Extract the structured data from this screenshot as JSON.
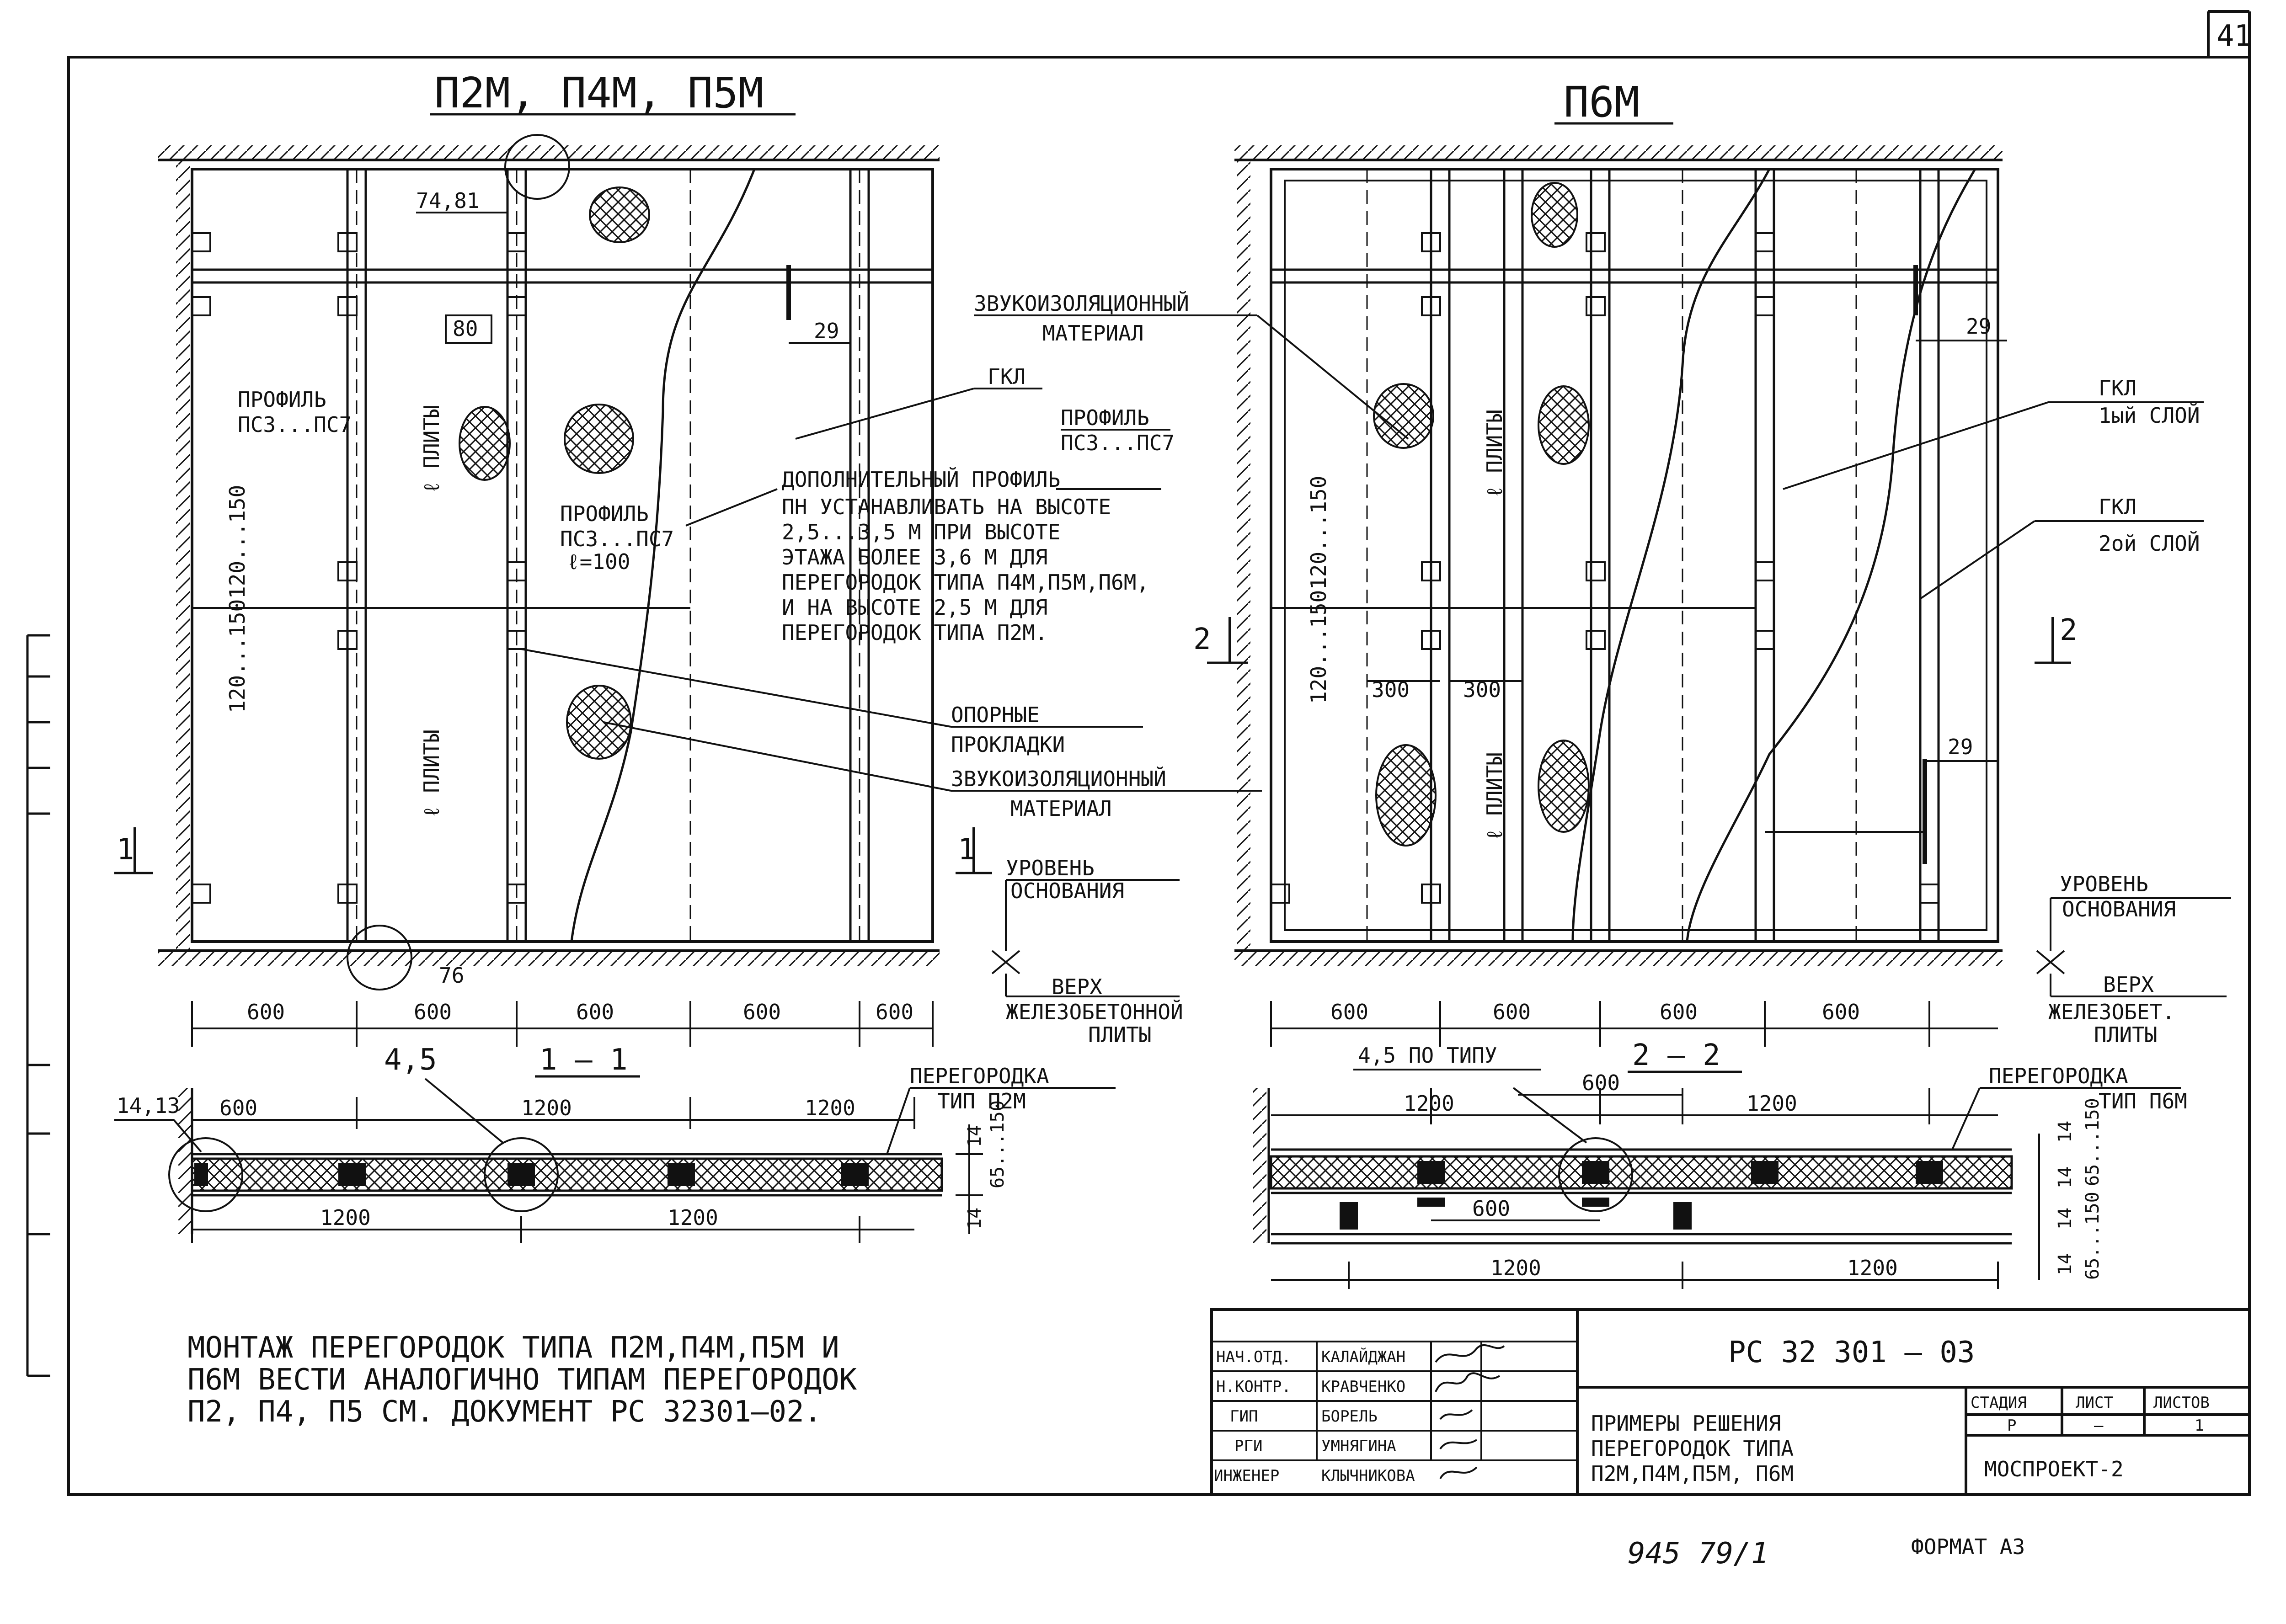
{
  "sheet_number": "41",
  "left_view_title": "П2М, П4М, П5М",
  "right_view_title": "П6М",
  "section_1_title": "1 — 1",
  "section_2_title": "2 — 2",
  "section_1_marker": "1",
  "section_2_marker": "2",
  "left_labels": {
    "node_74_81": "74,81",
    "node_76": "76",
    "dim_80": "80",
    "dim_29": "29",
    "profile": "ПРОФИЛЬ",
    "profile_range": "ПС3...ПС7",
    "profile2": "ПРОФИЛЬ",
    "profile2_range": "ПС3...ПС7",
    "profile2_l": "ℓ=100",
    "plate_len_1": "ℓ ПЛИТЫ",
    "plate_len_2": "ℓ ПЛИТЫ",
    "dim_120_150_a": "120...150",
    "dim_120_150_b": "120...150"
  },
  "middle_labels": {
    "sound_material_1": "ЗВУКОИЗОЛЯЦИОННЫЙ",
    "sound_material_1b": "МАТЕРИАЛ",
    "gkl": "ГКЛ",
    "profile": "ПРОФИЛЬ",
    "profile_range": "ПС3...ПС7",
    "extra_profile_1": "ДОПОЛНИТЕЛЬНЫЙ ПРОФИЛЬ",
    "extra_profile_2": "ПН УСТАНАВЛИВАТЬ НА ВЫСОТЕ",
    "extra_profile_3": "2,5...3,5 М ПРИ ВЫСОТЕ",
    "extra_profile_4": "ЭТАЖА БОЛЕЕ 3,6 М ДЛЯ",
    "extra_profile_5": "ПЕРЕГОРОДОК ТИПА П4М,П5М,П6М,",
    "extra_profile_6": "И НА ВЫСОТЕ 2,5 М ДЛЯ",
    "extra_profile_7": "ПЕРЕГОРОДОК ТИПА П2М.",
    "pads_1": "ОПОРНЫЕ",
    "pads_2": "ПРОКЛАДКИ",
    "sound_material_2": "ЗВУКОИЗОЛЯЦИОННЫЙ",
    "sound_material_2b": "МАТЕРИАЛ",
    "base_level_1": "УРОВЕНЬ",
    "base_level_2": "ОСНОВАНИЯ",
    "slab_top_1": "ВЕРХ",
    "slab_top_2": "ЖЕЛЕЗОБЕТОННОЙ",
    "slab_top_3": "ПЛИТЫ"
  },
  "right_labels": {
    "dim_29_a": "29",
    "dim_29_b": "29",
    "gkl_1": "ГКЛ",
    "gkl_1_layer": "1ый СЛОЙ",
    "gkl_2": "ГКЛ",
    "gkl_2_layer": "2ой СЛОЙ",
    "dim_300_a": "300",
    "dim_300_b": "300",
    "plate_len_1": "ℓ ПЛИТЫ",
    "plate_len_2": "ℓ ПЛИТЫ",
    "dim_120_150_a": "120...150",
    "dim_120_150_b": "120...150",
    "base_level_1": "УРОВЕНЬ",
    "base_level_2": "ОСНОВАНИЯ",
    "slab_top_1": "ВЕРХ",
    "slab_top_2": "ЖЕЛЕЗОБЕТ.",
    "slab_top_3": "ПЛИТЫ"
  },
  "left_dims": [
    "600",
    "600",
    "600",
    "600",
    "600"
  ],
  "right_dims": [
    "600",
    "600",
    "600",
    "600"
  ],
  "section1": {
    "node_ref": "14,13",
    "node_45": "4,5",
    "top_dims": [
      "600",
      "1200",
      "1200"
    ],
    "bottom_dims": [
      "1200",
      "1200"
    ],
    "partition_1": "ПЕРЕГОРОДКА",
    "partition_2": "ТИП П2М",
    "v_14_top": "14",
    "v_14_bottom": "14",
    "v_range": "65...150"
  },
  "section2": {
    "node_45": "4,5 ПО ТИПУ",
    "top_dims": [
      "1200",
      "600",
      "1200"
    ],
    "mid_dim": "600",
    "bottom_dims": [
      "1200",
      "1200"
    ],
    "partition_1": "ПЕРЕГОРОДКА",
    "partition_2": "ТИП П6М",
    "v_labels": [
      "14",
      "14",
      "14",
      "14"
    ],
    "v_range_a": "65...150",
    "v_range_b": "65...150"
  },
  "note_lines": [
    "МОНТАЖ ПЕРЕГОРОДОК ТИПА П2М,П4М,П5М И",
    "П6М ВЕСТИ АНАЛОГИЧНО ТИПАМ ПЕРЕГОРОДОК",
    "П2, П4, П5 СМ. ДОКУМЕНТ РС 32301—02."
  ],
  "title_block": {
    "doc_code": "РС 32 301 — 03",
    "roles": [
      "НАЧ.ОТД.",
      "Н.КОНТР.",
      "ГИП",
      "РГИ",
      "ИНЖЕНЕР"
    ],
    "names": [
      "КАЛАЙДЖАН",
      "КРАВЧЕНКО",
      "БОРЕЛЬ",
      "УМНЯГИНА",
      "КЛЫЧНИКОВА"
    ],
    "title_lines": [
      "ПРИМЕРЫ РЕШЕНИЯ",
      "ПЕРЕГОРОДОК ТИПА",
      "П2М,П4М,П5М, П6М"
    ],
    "stage_header": "СТАДИЯ",
    "sheet_header": "ЛИСТ",
    "sheets_header": "ЛИСТОВ",
    "stage_value": "Р",
    "sheet_value": "—",
    "sheets_value": "1",
    "org": "МОСПРОЕКТ-2"
  },
  "archive_number": "945 79/1",
  "format_label": "ФОРМАТ А3"
}
